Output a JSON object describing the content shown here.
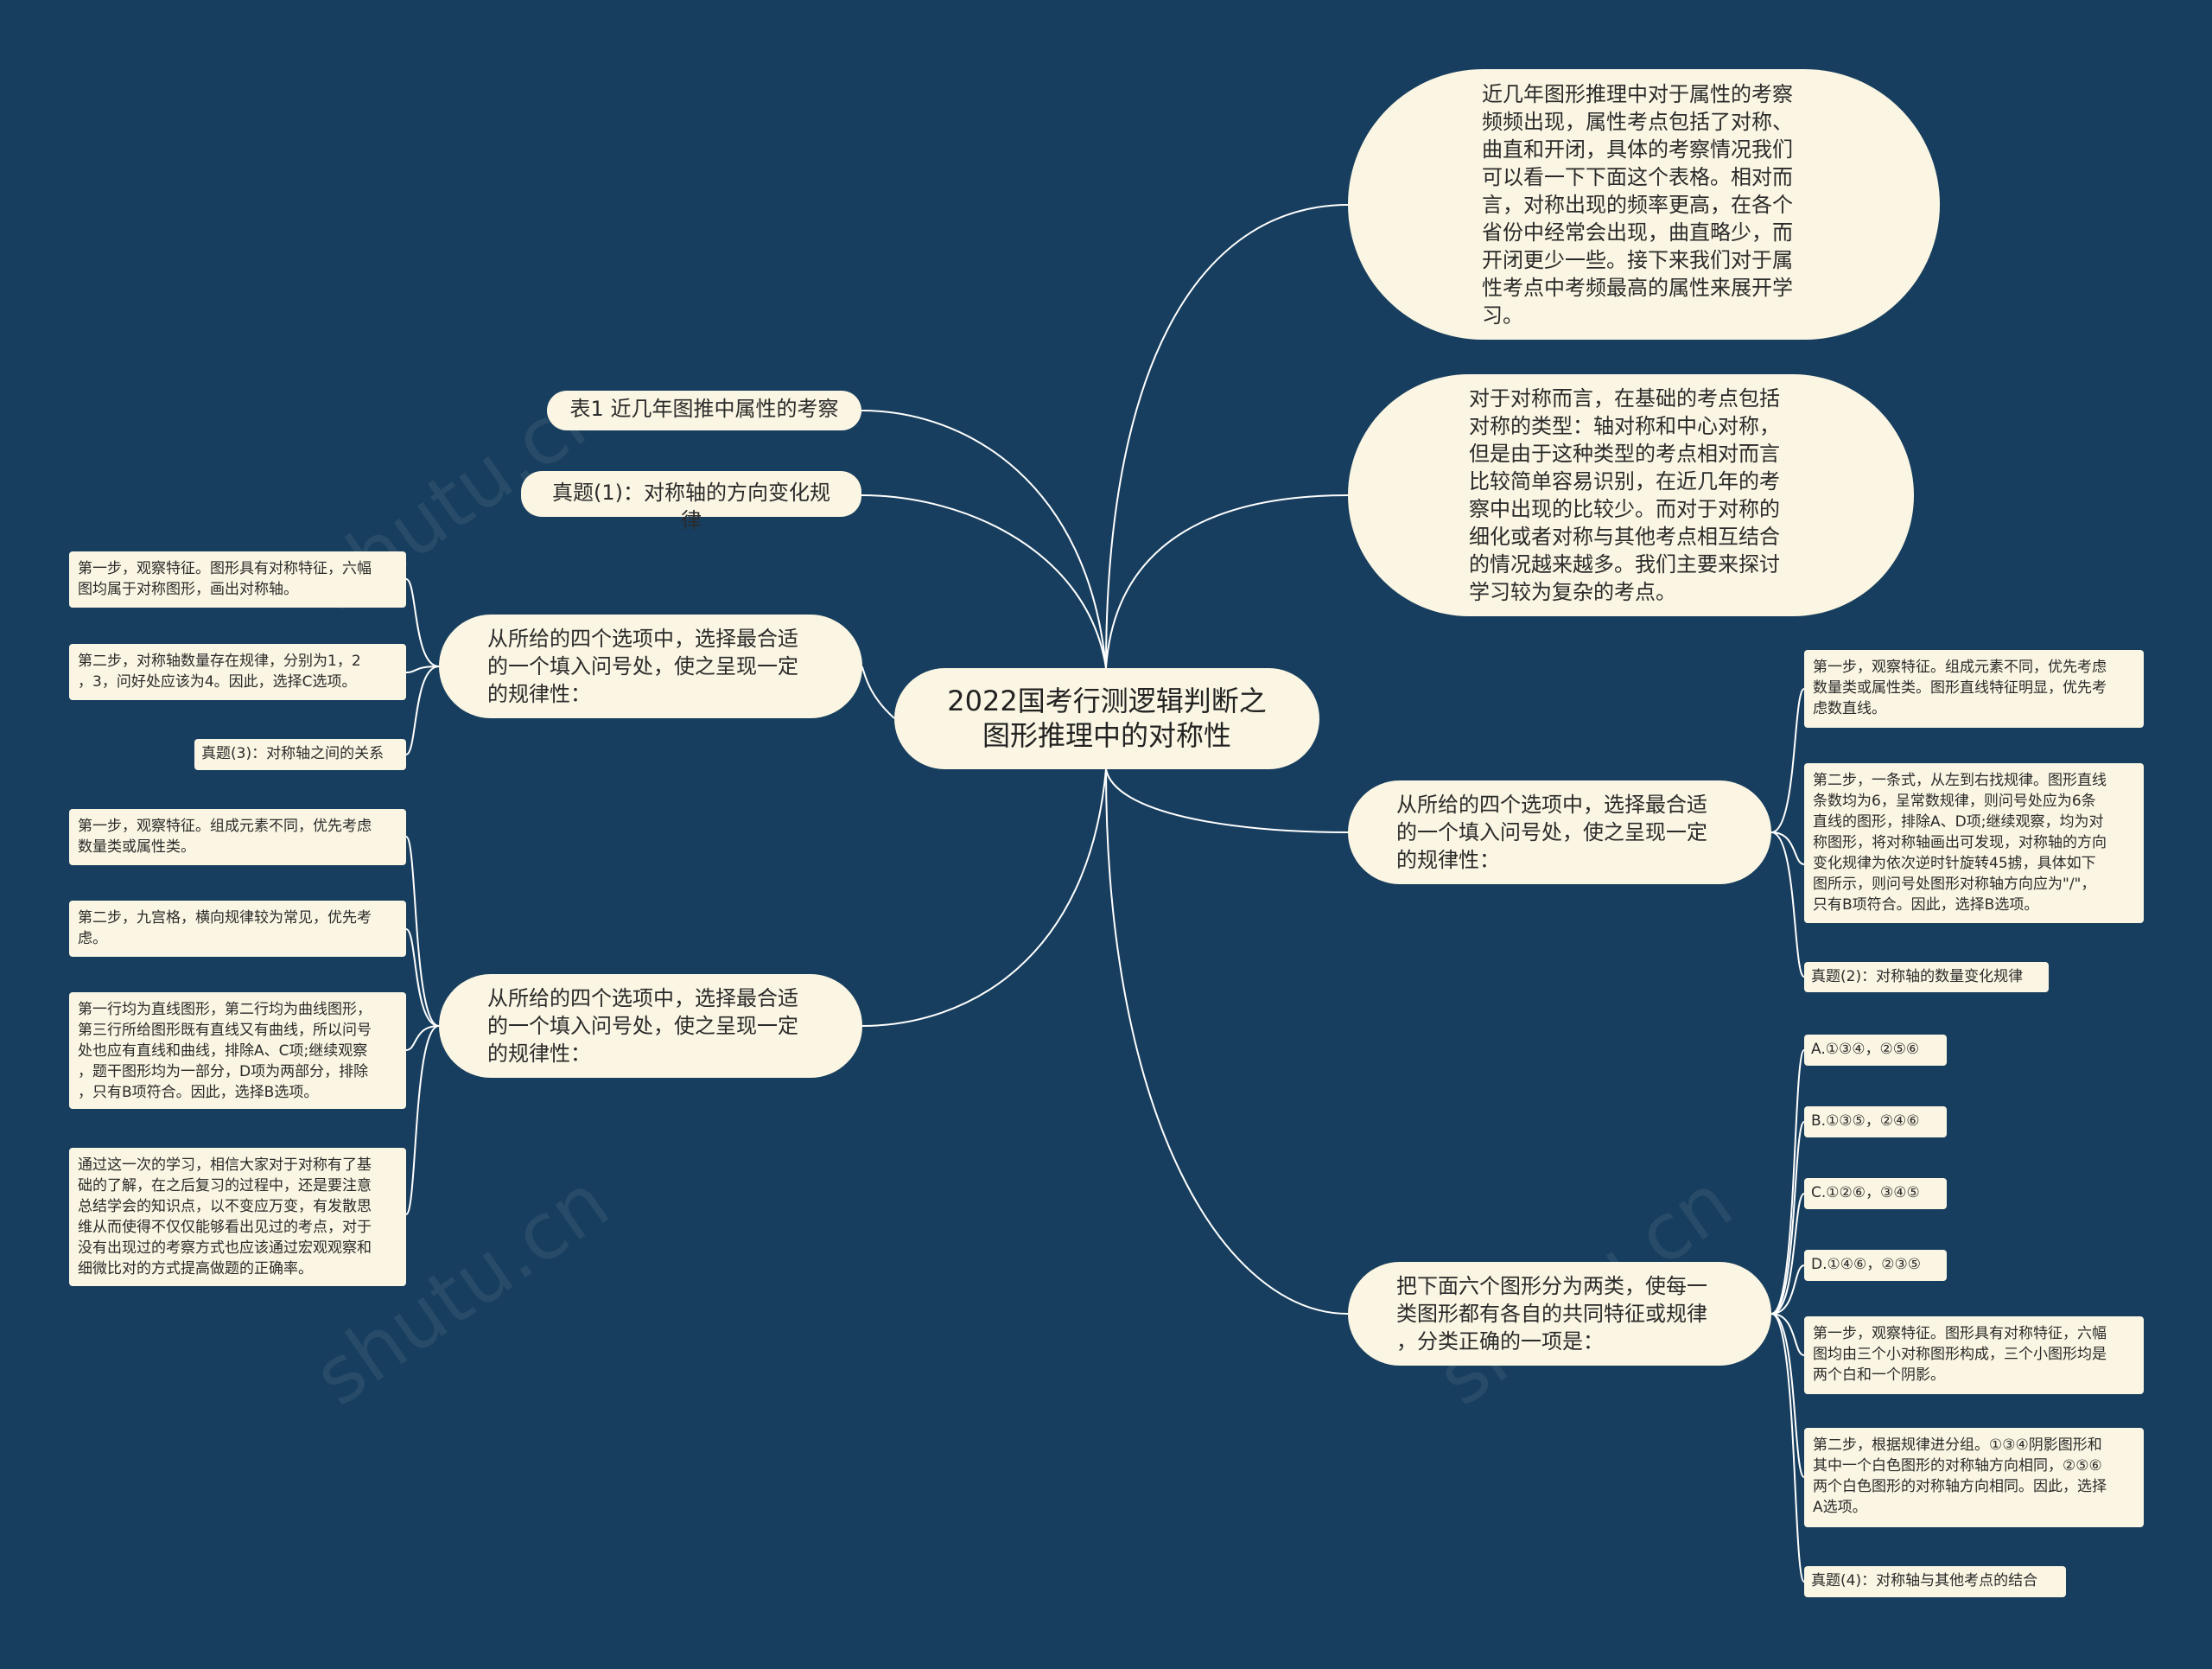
{
  "root": "2022国考行测逻辑判断之\n图形推理中的对称性",
  "right": {
    "intro1": "近几年图形推理中对于属性的考察\n频频出现，属性考点包括了对称、\n曲直和开闭，具体的考察情况我们\n可以看一下下面这个表格。相对而\n言，对称出现的频率更高，在各个\n省份中经常会出现，曲直略少，而\n开闭更少一些。接下来我们对于属\n性考点中考频最高的属性来展开学\n习。",
    "intro2": "对于对称而言，在基础的考点包括\n对称的类型：轴对称和中心对称，\n但是由于这种类型的考点相对而言\n比较简单容易识别，在近几年的考\n察中出现的比较少。而对于对称的\n细化或者对称与其他考点相互结合\n的情况越来越多。我们主要来探讨\n学习较为复杂的考点。",
    "q2": {
      "label": "从所给的四个选项中，选择最合适\n的一个填入问号处，使之呈现一定\n的规律性：",
      "leaves": [
        "第一步，观察特征。组成元素不同，优先考虑\n数量类或属性类。图形直线特征明显，优先考\n虑数直线。",
        "第二步，一条式，从左到右找规律。图形直线\n条数均为6，呈常数规律，则问号处应为6条\n直线的图形，排除A、D项;继续观察，均为对\n称图形，将对称轴画出可发现，对称轴的方向\n变化规律为依次逆时针旋转45掳，具体如下\n图所示，则问号处图形对称轴方向应为\"/\"，\n只有B项符合。因此，选择B选项。",
        "真题(2)：对称轴的数量变化规律"
      ]
    },
    "q4": {
      "label": "把下面六个图形分为两类，使每一\n类图形都有各自的共同特征或规律\n，分类正确的一项是：",
      "leaves": [
        "A.①③④，②⑤⑥",
        "B.①③⑤，②④⑥",
        "C.①②⑥，③④⑤",
        "D.①④⑥，②③⑤",
        "第一步，观察特征。图形具有对称特征，六幅\n图均由三个小对称图形构成，三个小图形均是\n两个白和一个阴影。",
        "第二步，根据规律进分组。①③④阴影图形和\n其中一个白色图形的对称轴方向相同，②⑤⑥\n两个白色图形的对称轴方向相同。因此，选择\nA选项。",
        "真题(4)：对称轴与其他考点的结合"
      ]
    }
  },
  "left": {
    "table": "表1 近几年图推中属性的考察",
    "q1title": "真题(1)：对称轴的方向变化规律",
    "q1": {
      "label": "从所给的四个选项中，选择最合适\n的一个填入问号处，使之呈现一定\n的规律性：",
      "leaves": [
        "第一步，观察特征。图形具有对称特征，六幅\n图均属于对称图形，画出对称轴。",
        "第二步，对称轴数量存在规律，分别为1，2\n，3，问好处应该为4。因此，选择C选项。",
        "真题(3)：对称轴之间的关系"
      ]
    },
    "q3": {
      "label": "从所给的四个选项中，选择最合适\n的一个填入问号处，使之呈现一定\n的规律性：",
      "leaves": [
        "第一步，观察特征。组成元素不同，优先考虑\n数量类或属性类。",
        "第二步，九宫格，横向规律较为常见，优先考\n虑。",
        "第一行均为直线图形，第二行均为曲线图形，\n第三行所给图形既有直线又有曲线，所以问号\n处也应有直线和曲线，排除A、C项;继续观察\n，题干图形均为一部分，D项为两部分，排除\n，只有B项符合。因此，选择B选项。",
        "通过这一次的学习，相信大家对于对称有了基\n础的了解，在之后复习的过程中，还是要注意\n总结学会的知识点，以不变应万变，有发散思\n维从而使得不仅仅能够看出见过的考点，对于\n没有出现过的考察方式也应该通过宏观观察和\n细微比对的方式提高做题的正确率。"
      ]
    }
  },
  "colors": {
    "background": "#173e5e",
    "node": "#fbf6e3",
    "line": "#ffffff"
  }
}
